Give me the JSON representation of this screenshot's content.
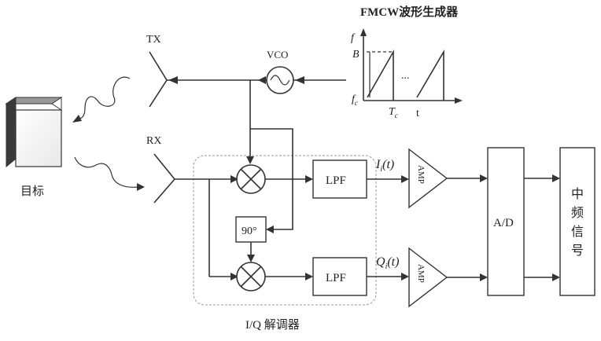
{
  "title": "FMCW波形生成器",
  "labels": {
    "tx": "TX",
    "rx": "RX",
    "vco": "VCO",
    "target": "目标",
    "lpf_top": "LPF",
    "lpf_bottom": "LPF",
    "phase_shift": "90°",
    "i_signal": "I",
    "i_sub": "i",
    "i_arg": "(t)",
    "q_signal": "Q",
    "q_sub": "i",
    "q_arg": "(t)",
    "amp_top": "AMP",
    "amp_bottom": "AMP",
    "adc": "A/D",
    "if_signal": [
      "中",
      "频",
      "信",
      "号"
    ],
    "iq_demodulator": "I/Q 解调器"
  },
  "waveform": {
    "y_axis": "f",
    "x_axis": "t",
    "top_value": "B",
    "start_value": "f",
    "start_sub": "c",
    "period": "T",
    "period_sub": "c",
    "ellipsis": "..."
  }
}
